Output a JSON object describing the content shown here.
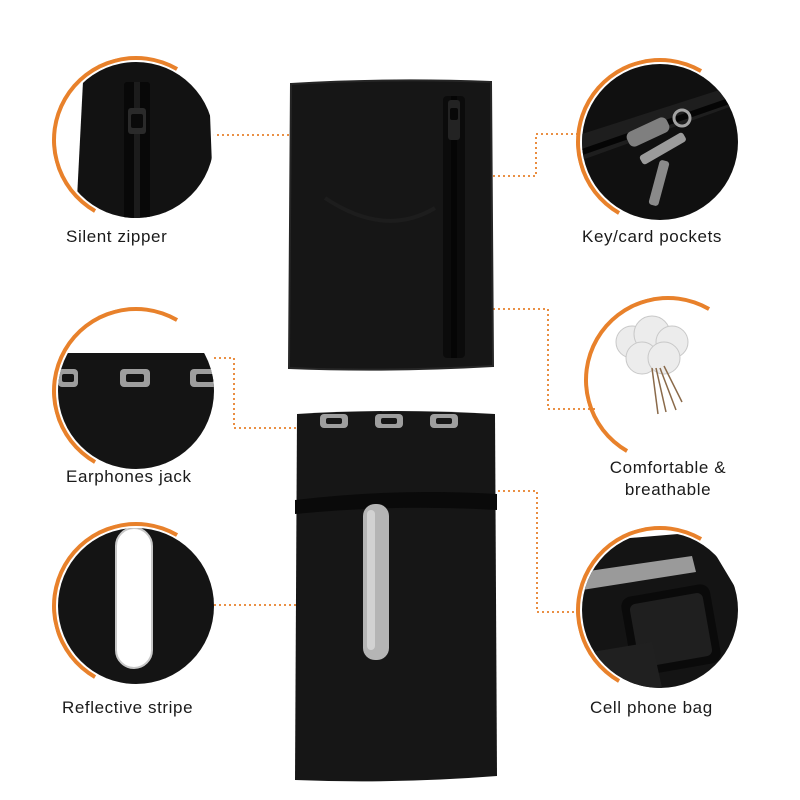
{
  "colors": {
    "accent": "#e8812b",
    "bag": "#141414",
    "reflective": "#bdbdbd"
  },
  "features": {
    "silent_zipper": "Silent zipper",
    "key_card_pockets": "Key/card pockets",
    "earphones_jack": "Earphones jack",
    "comfortable_line1": "Comfortable &",
    "comfortable_line2": "breathable",
    "reflective_stripe": "Reflective stripe",
    "cell_phone_bag": "Cell phone bag"
  }
}
